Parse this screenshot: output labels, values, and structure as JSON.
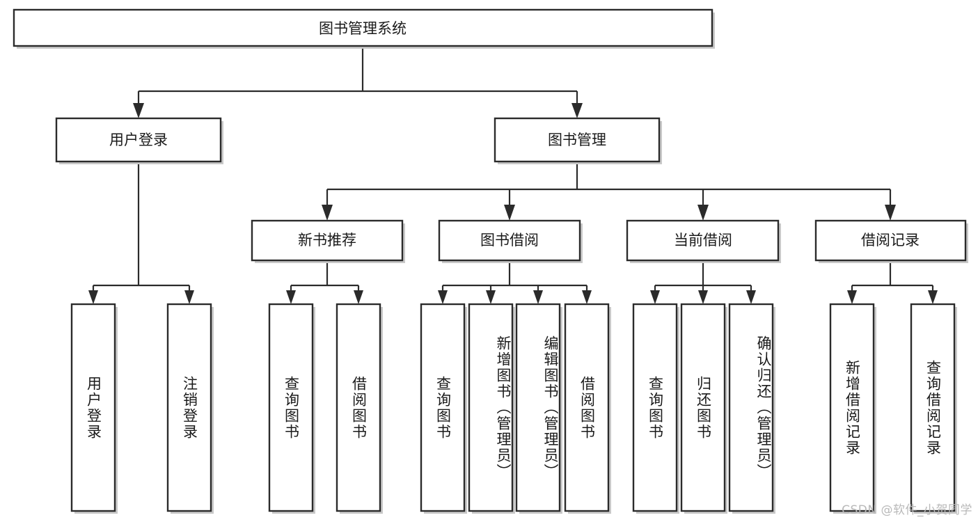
{
  "diagram": {
    "type": "tree-hierarchy",
    "title": "图书管理系统",
    "watermark": "CSDN @软件_小贺同学",
    "colors": {
      "box_stroke": "#2b2b2b",
      "box_fill": "#ffffff",
      "text": "#1a1a1a",
      "background": "#ffffff",
      "watermark": "#b9b9b9"
    },
    "root": {
      "label": "图书管理系统"
    },
    "level2": [
      {
        "label": "用户登录"
      },
      {
        "label": "图书管理"
      }
    ],
    "level3": [
      {
        "label": "新书推荐",
        "parent": "图书管理"
      },
      {
        "label": "图书借阅",
        "parent": "图书管理"
      },
      {
        "label": "当前借阅",
        "parent": "图书管理"
      },
      {
        "label": "借阅记录",
        "parent": "图书管理"
      }
    ],
    "leaves": {
      "user_login": [
        {
          "label": "用户登录"
        },
        {
          "label": "注销登录"
        }
      ],
      "new_book_recommend": [
        {
          "label": "查询图书"
        },
        {
          "label": "借阅图书"
        }
      ],
      "book_borrow": [
        {
          "label": "查询图书"
        },
        {
          "label": "新增图书（管理员）"
        },
        {
          "label": "编辑图书（管理员）"
        },
        {
          "label": "借阅图书"
        }
      ],
      "current_borrow": [
        {
          "label": "查询图书"
        },
        {
          "label": "归还图书"
        },
        {
          "label": "确认归还（管理员）"
        }
      ],
      "borrow_record": [
        {
          "label": "新增借阅记录"
        },
        {
          "label": "查询借阅记录"
        }
      ]
    }
  }
}
